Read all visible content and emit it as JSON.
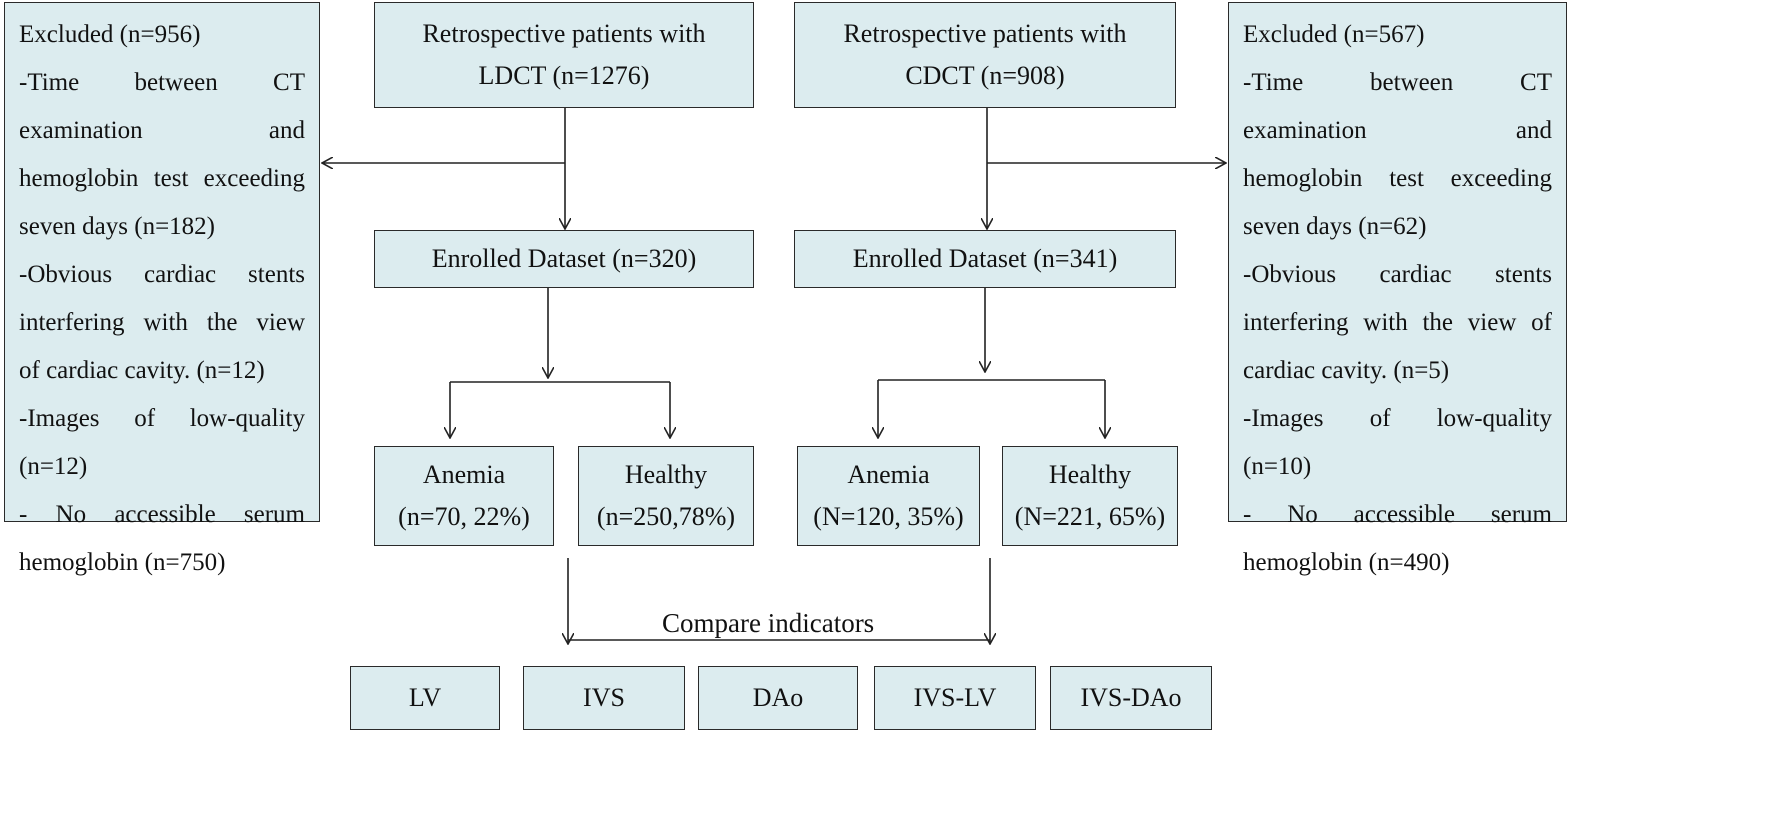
{
  "left_exclusion": {
    "lines": [
      "Excluded (n=956)",
      "-Time between CT",
      "examination and",
      "hemoglobin test exceeding",
      "seven days (n=182)",
      "-Obvious cardiac stents",
      "interfering with the view",
      "of cardiac cavity. (n=12)",
      "-Images of low-quality",
      "(n=12)",
      "- No accessible serum",
      "hemoglobin (n=750)"
    ]
  },
  "right_exclusion": {
    "lines": [
      "Excluded (n=567)",
      "-Time between CT",
      "examination and",
      "hemoglobin test exceeding",
      "seven days (n=62)",
      "-Obvious cardiac stents",
      "interfering with the view of",
      "cardiac cavity. (n=5)",
      "-Images of low-quality",
      "(n=10)",
      "- No accessible serum",
      "hemoglobin (n=490)"
    ]
  },
  "ldct": {
    "retro_line1": "Retrospective patients with",
    "retro_line2": "LDCT (n=1276)",
    "enrolled": "Enrolled Dataset (n=320)",
    "anemia_line1": "Anemia",
    "anemia_line2": "(n=70, 22%)",
    "healthy_line1": "Healthy",
    "healthy_line2": "(n=250,78%)"
  },
  "cdct": {
    "retro_line1": "Retrospective patients with",
    "retro_line2": "CDCT (n=908)",
    "enrolled": "Enrolled Dataset (n=341)",
    "anemia_line1": "Anemia",
    "anemia_line2": "(N=120, 35%)",
    "healthy_line1": "Healthy",
    "healthy_line2": "(N=221, 65%)"
  },
  "compare_label": "Compare indicators",
  "indicators": [
    "LV",
    "IVS",
    "DAo",
    "IVS-LV",
    "IVS-DAo"
  ],
  "colors": {
    "box_fill": "#dcecef",
    "border": "#2a2a2a"
  }
}
